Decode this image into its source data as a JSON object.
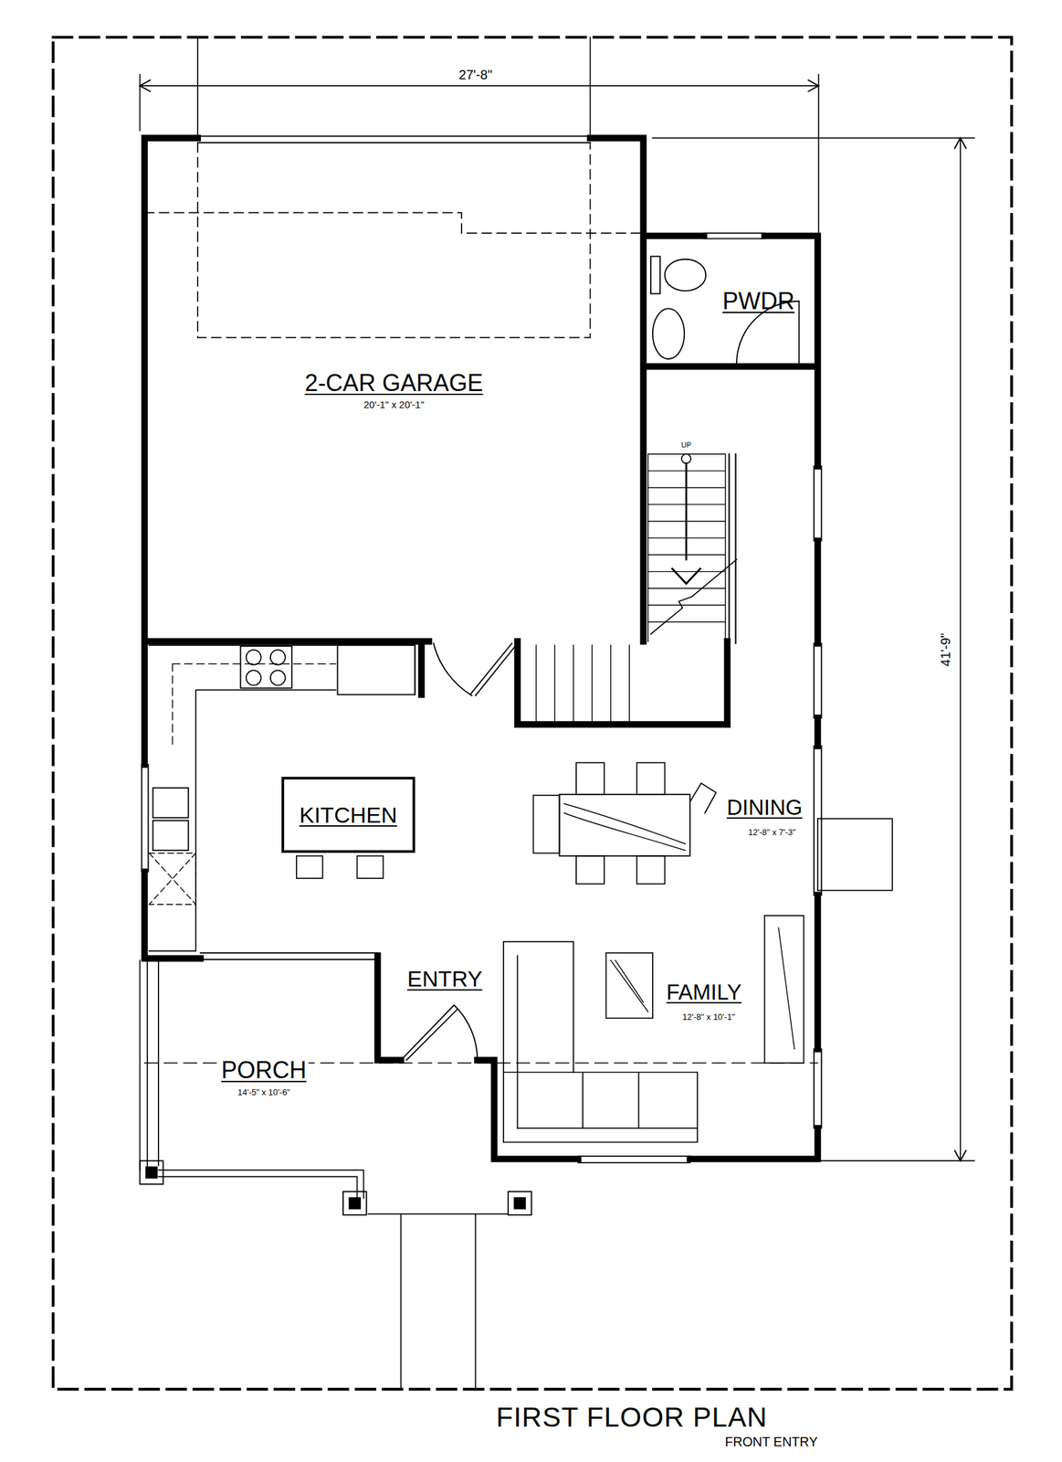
{
  "diagram": {
    "title": "FIRST FLOOR PLAN",
    "nodes": [
      {
        "text": [
          "2-CAR GARAGE",
          "20'-1\" x 20'-1\""
        ]
      },
      {
        "text": [
          "PWDR"
        ]
      },
      {
        "text": [
          "KITCHEN"
        ]
      }
    ],
    "labels": [
      "27'-8\"",
      "41'-9\"",
      "UP",
      "DINING",
      "12'-8\" x 7'-3\"",
      "ENTRY",
      "FAMILY",
      "12'-8\" x 10'-1\"",
      "PORCH",
      "14'-5\" x 10'-6\"",
      "FRONT ENTRY"
    ]
  }
}
